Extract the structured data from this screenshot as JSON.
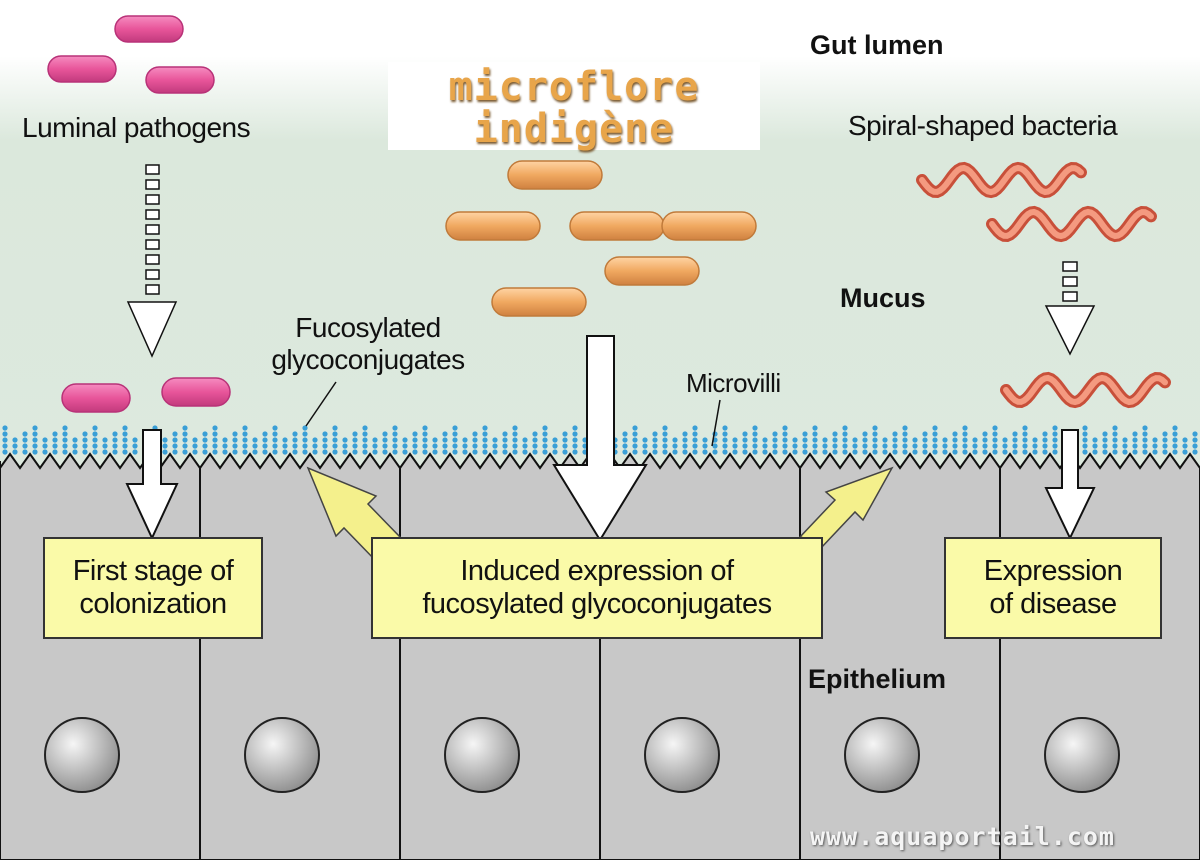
{
  "title": {
    "line1": "microflore",
    "line2": "indigène"
  },
  "labels": {
    "gut_lumen": "Gut lumen",
    "luminal_pathogens": "Luminal pathogens",
    "spiral_bacteria": "Spiral-shaped bacteria",
    "mucus": "Mucus",
    "fucosylated_line1": "Fucosylated",
    "fucosylated_line2": "glycoconjugates",
    "microvilli": "Microvilli",
    "epithelium": "Epithelium"
  },
  "boxes": {
    "first_stage": "First stage of\ncolonization",
    "induced_expression": "Induced expression of\nfucosylated glycoconjugates",
    "expression_disease": "Expression\nof disease"
  },
  "watermark": "www.aquaportail.com",
  "colors": {
    "pathogen": "#e8559a",
    "indigenous_bacteria": "#f0a860",
    "spiral": "#ee7a5c",
    "mucus_layer": "#dfeadf",
    "epithelium": "#c8c8c8",
    "box_fill": "#fafaa8",
    "yellow_arrow": "#f4f08c",
    "microvilli": "#3a9fd6",
    "title": "#e8a54a"
  }
}
